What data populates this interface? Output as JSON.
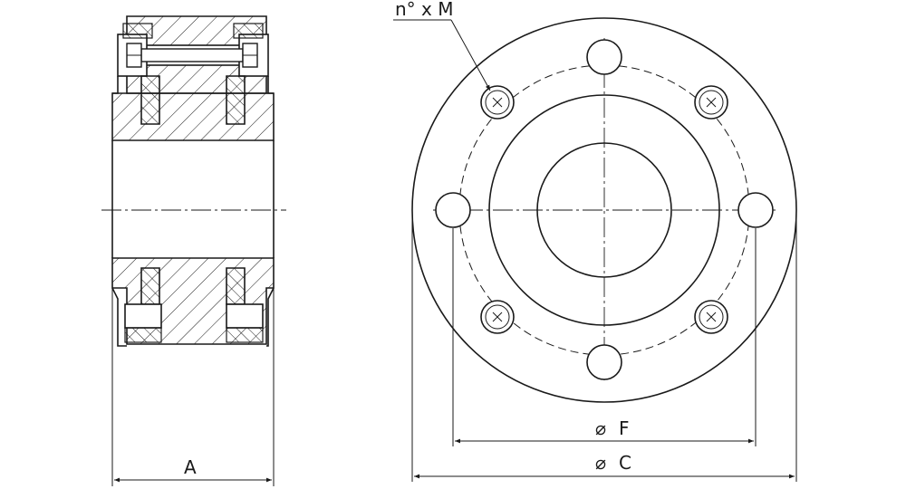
{
  "drawing": {
    "labels": {
      "bolt_callout": "n° x M",
      "dim_width": "A",
      "dim_bolt_circle": "F",
      "dim_outer_diameter": "C"
    },
    "diameter_symbol": "⌀",
    "line_color": "#1a1a1a",
    "background_color": "#ffffff"
  }
}
